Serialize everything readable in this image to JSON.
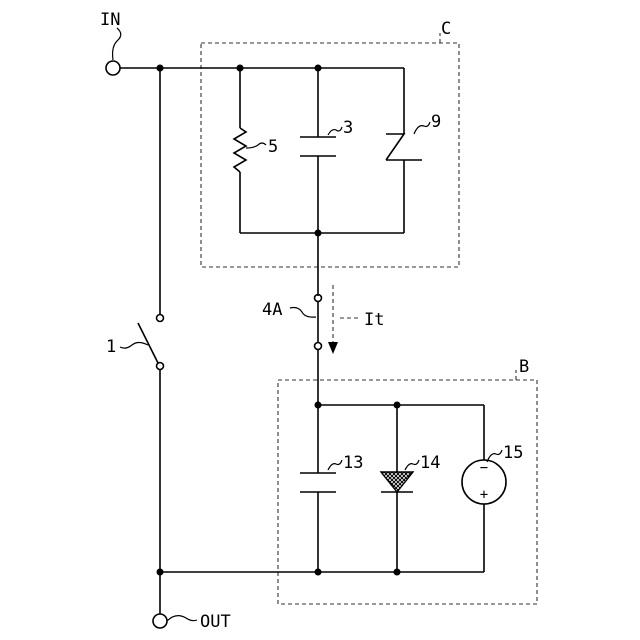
{
  "labels": {
    "in": "IN",
    "out": "OUT",
    "switch": "1",
    "fuse": "4A",
    "current": "It",
    "box_c": "C",
    "box_b": "B",
    "resistor": "5",
    "capacitor_c": "3",
    "zener": "9",
    "capacitor_b": "13",
    "diode": "14",
    "source": "15",
    "source_minus": "−",
    "source_plus": "+"
  }
}
